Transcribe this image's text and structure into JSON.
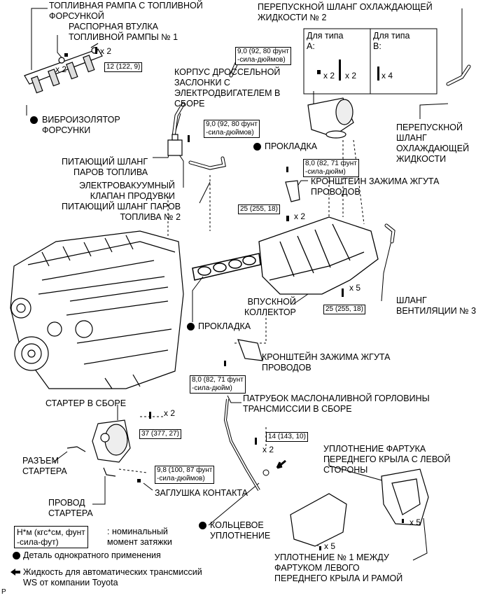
{
  "labels": {
    "fuel_rail": "ТОПЛИВНАЯ РАМПА С ТОПЛИВНОЙ\nФОРСУНКОЙ",
    "fuel_rail_spacer": "РАСПОРНАЯ ВТУЛКА\nТОПЛИВНОЙ РАМПЫ № 1",
    "injector_insulator": "ВИБРОИЗОЛЯТОР\nФОРСУНКИ",
    "water_bypass_hose_2": "ПЕРЕПУСКНОЙ ШЛАНГ ОХЛАЖДАЮЩЕЙ\nЖИДКОСТИ № 2",
    "throttle_body": "КОРПУС ДРОССЕЛЬНОЙ\nЗАСЛОНКИ С\nЭЛЕКТРОДВИГАТЕЛЕМ В\nСБОРЕ",
    "gasket_top": "ПРОКЛАДКА",
    "water_bypass_hose": "ПЕРЕПУСКНОЙ\nШЛАНГ\nОХЛАЖДАЮЩЕЙ\nЖИДКОСТИ",
    "fuel_vapor_hose": "ПИТАЮЩИЙ ШЛАНГ\nПАРОВ ТОПЛИВА",
    "purge_vsv": "ЭЛЕКТРОВАКУУМНЫЙ\nКЛАПАН ПРОДУВКИ",
    "fuel_vapor_hose_2": "ПИТАЮЩИЙ ШЛАНГ ПАРОВ\nТОПЛИВА № 2",
    "wire_harness_clamp_bracket_top": "КРОНШТЕЙН ЗАЖИМА ЖГУТА\nПРОВОДОВ",
    "intake_manifold": "ВПУСКНОЙ\nКОЛЛЕКТОР",
    "ventilation_hose_3": "ШЛАНГ\nВЕНТИЛЯЦИИ № 3",
    "gasket_mid": "ПРОКЛАДКА",
    "wire_harness_clamp_bracket_bottom": "КРОНШТЕЙН ЗАЖИМА ЖГУТА\nПРОВОДОВ",
    "transmission_oil_filler_tube": "ПАТРУБОК МАСЛОНАЛИВНОЙ ГОРЛОВИНЫ\nТРАНСМИССИИ В СБОРЕ",
    "starter_assembly": "СТАРТЕР В СБОРЕ",
    "starter_connector": "РАЗЪЕМ\nСТАРТЕРА",
    "starter_wire": "ПРОВОД\nСТАРТЕРА",
    "terminal_cap": "ЗАГЛУШКА КОНТАКТА",
    "o_ring": "КОЛЬЦЕВОЕ\nУПЛОТНЕНИЕ",
    "fender_apron_seal_lh": "УПЛОТНЕНИЕ ФАРТУКА\nПЕРЕДНЕГО КРЫЛА С ЛЕВОЙ\nСТОРОНЫ",
    "fender_apron_seal_1": "УПЛОТНЕНИЕ № 1 МЕЖДУ\nФАРТУКОМ ЛЕВОГО\nПЕРЕДНЕГО КРЫЛА И РАМОЙ"
  },
  "torques": {
    "fuel_rail": "12 (122, 9)",
    "throttle_body": "9,0 (92, 80 фунт\n-сила-дюймов)",
    "purge_vsv": "9,0 (92, 80 фунт\n-сила-дюймов)",
    "bracket_top": "8,0 (82, 71 фунт\n-сила-дюйм)",
    "manifold_upper": "25 (255, 18)",
    "manifold_lower": "25 (255, 18)",
    "bracket_bottom": "8,0 (82, 71 фунт\n-сила-дюйм)",
    "filler_tube": "14 (143, 10)",
    "starter": "37 (377, 27)",
    "terminal": "9,8 (100, 87 фунт\n-сила-дюймов)"
  },
  "multipliers": {
    "fuel_rail_bolts": "x 2",
    "spacers": "x 2",
    "type_a_nuts": "x 2",
    "type_a_bolts": "x 2",
    "type_b_bolts": "x 4",
    "manifold_upper": "x 2",
    "manifold_lower": "x 5",
    "starter": "x 2",
    "filler_tube": "x 2",
    "seal_lh": "x 5",
    "seal_1": "x 5"
  },
  "type_table": {
    "type_a": "Для типа\nА:",
    "type_b": "Для типа\nВ:"
  },
  "legend": {
    "torque_box": "Н*м (кгс*см, фунт\n-сила-фут)",
    "torque_text": ": номинальный\nмомент затяжки",
    "non_reusable": "Деталь однократного применения",
    "ws_fluid": "Жидкость для автоматических трансмиссий\nWS от компании Toyota"
  },
  "corner_mark": "P",
  "colors": {
    "ink": "#000000",
    "background": "#ffffff"
  }
}
